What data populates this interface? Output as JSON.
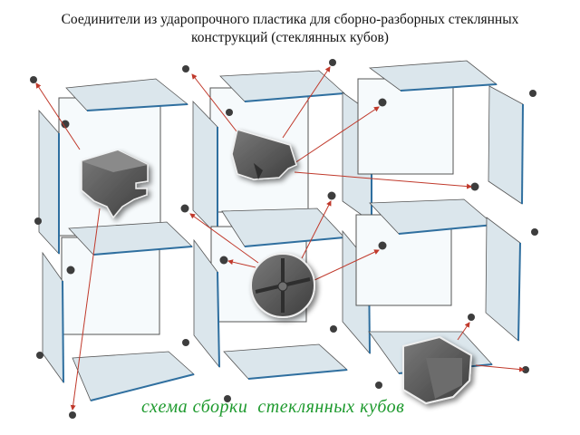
{
  "title": {
    "line1": "Соединители из ударопрочного пластика для сборно-разборных стеклянных",
    "line2": "конструкций (стеклянных кубов)"
  },
  "caption": "схема сборки  стеклянных кубов",
  "colors": {
    "glass_fill": "#dbe6ec",
    "glass_edge": "#2f6f9f",
    "frame_line": "#555555",
    "arrow": "#c0392b",
    "connector": "#5a5a5a",
    "caption": "#1e9a2e"
  },
  "diagram": {
    "grid": {
      "rows": 2,
      "columns": 3
    },
    "components": [
      "glass-panel",
      "corner-connector",
      "edge-connector",
      "cross-connector",
      "three-way-connector"
    ],
    "callouts": [
      {
        "name": "edge-connector-callout",
        "position": "top-left"
      },
      {
        "name": "t-connector-callout",
        "position": "top-middle"
      },
      {
        "name": "cross-connector-callout",
        "position": "center"
      },
      {
        "name": "corner-connector-callout",
        "position": "bottom-right"
      }
    ]
  }
}
